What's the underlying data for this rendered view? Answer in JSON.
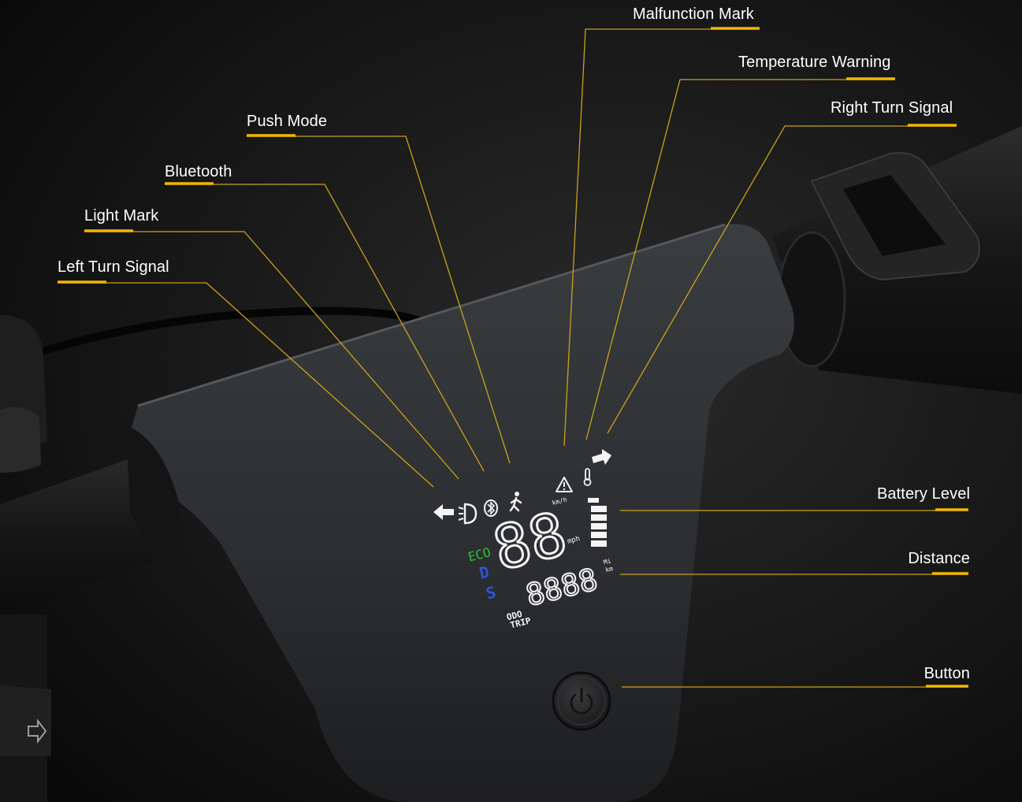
{
  "callouts": {
    "malfunction": "Malfunction Mark",
    "temperature": "Temperature Warning",
    "right_turn": "Right Turn Signal",
    "push_mode": "Push Mode",
    "bluetooth": "Bluetooth",
    "light": "Light Mark",
    "left_turn": "Left Turn Signal",
    "battery": "Battery Level",
    "distance": "Distance",
    "button": "Button"
  },
  "display": {
    "speed": "88",
    "speed_unit_top": "km/h",
    "speed_unit_bottom": "mph",
    "distance": "8888",
    "distance_unit_top": "Mi",
    "distance_unit_bottom": "km",
    "mode_eco": "ECO",
    "mode_d": "D",
    "mode_s": "S",
    "odo": "ODO",
    "trip": "TRIP"
  },
  "colors": {
    "accent": "#f2b600",
    "leader_line": "#c9a21a",
    "eco": "#2fbf3a",
    "mode_blue": "#2e56d8",
    "lcd": "#f4f4f4"
  },
  "icons": [
    "left-arrow-icon",
    "headlight-icon",
    "bluetooth-icon",
    "walking-person-icon",
    "warning-triangle-icon",
    "thermometer-icon",
    "right-arrow-icon",
    "battery-icon",
    "power-icon"
  ]
}
